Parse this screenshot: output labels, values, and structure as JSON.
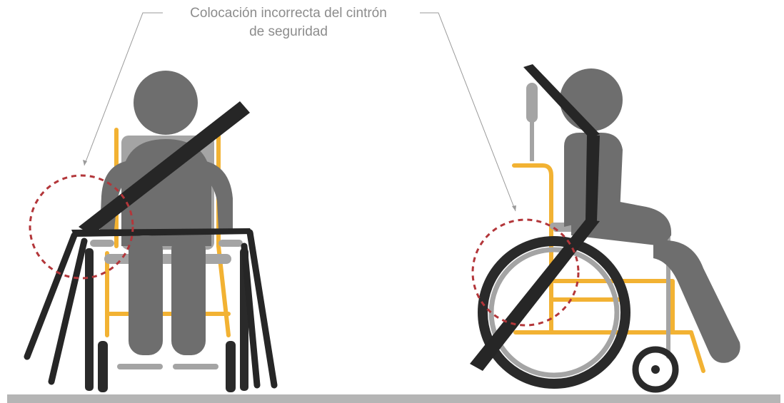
{
  "caption": {
    "line1": "Colocación incorrecta del cintrón",
    "line2": "de seguridad"
  },
  "colors": {
    "person": "#6e6e6e",
    "frame": "#f2b233",
    "wheel": "#2a2a2a",
    "seat": "#a4a4a4",
    "belt": "#262626",
    "highlight": "#b3363a",
    "ground": "#b5b5b5",
    "leader": "#9a9a9a"
  },
  "icons": {
    "front_figure": "wheelchair-user-front-view",
    "side_figure": "wheelchair-user-side-view"
  }
}
